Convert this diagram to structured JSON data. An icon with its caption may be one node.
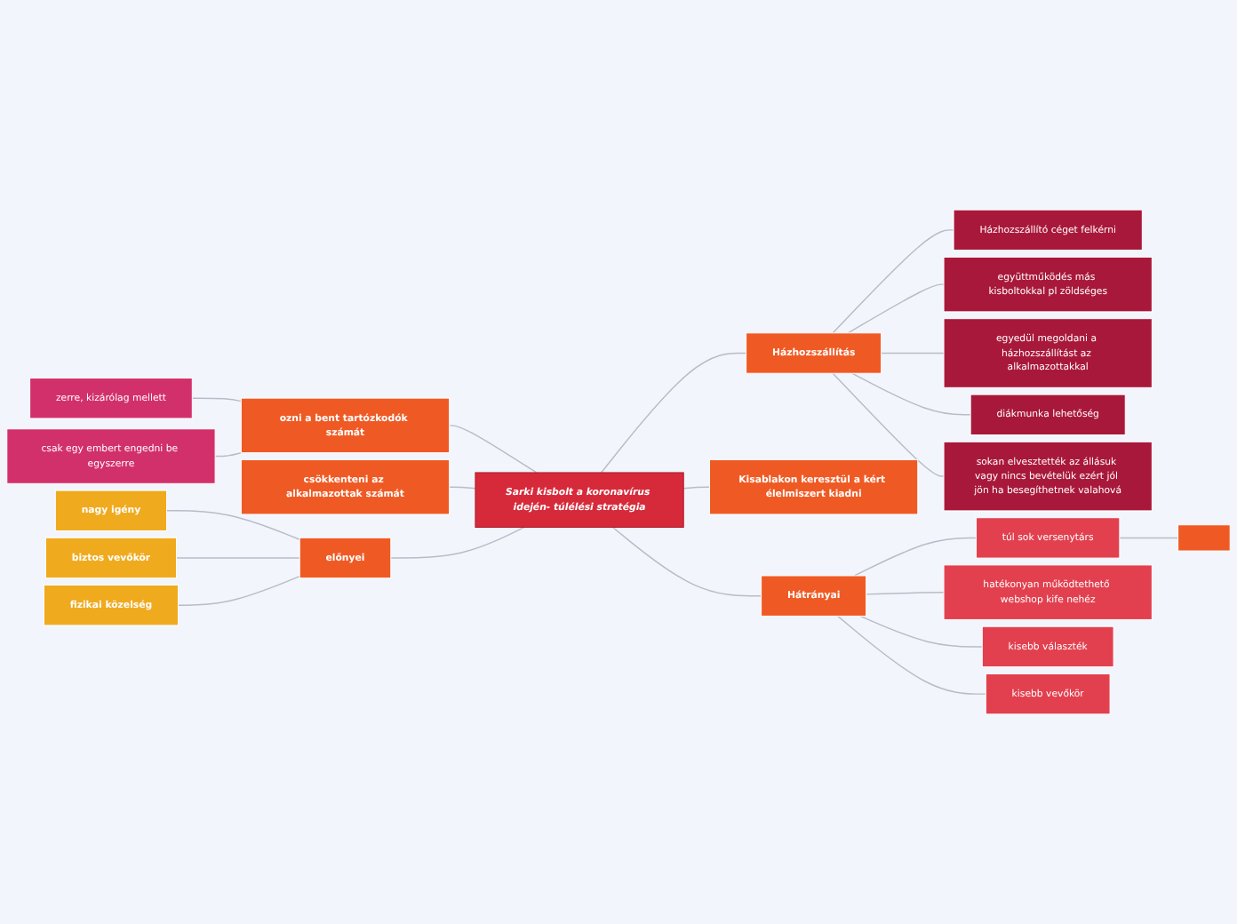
{
  "diagram": {
    "nodes": [
      {
        "text": [
          "Sarki kisbolt a koronavírus idején- túlélési stratégia"
        ]
      },
      {
        "text": [
          "Házhozszállítás"
        ]
      },
      {
        "text": [
          "Házhozszállító céget felkérni"
        ]
      },
      {
        "text": [
          "együttműködés más kisboltokkal pl zöldséges"
        ]
      },
      {
        "text": [
          "egyedül megoldani a házhozszállítást az alkalmazottakkal"
        ]
      },
      {
        "text": [
          "diákmunka lehetőség"
        ]
      },
      {
        "text": [
          "sokan elvesztették az állásuk vagy nincs bevételük ezért jól jön ha besegíthetnek valahová"
        ]
      },
      {
        "text": [
          "Kisablakon keresztül a kért élelmiszert kiadni"
        ]
      },
      {
        "text": [
          "Hátrányai"
        ]
      },
      {
        "text": [
          "túl sok versenytárs"
        ]
      },
      {
        "text": [],
        "shape": "box"
      },
      {
        "text": [
          "hatékonyan működtethető webshop kife nehéz"
        ]
      },
      {
        "text": [
          "kisebb választék"
        ]
      },
      {
        "text": [
          "kisebb vevőkör"
        ]
      },
      {
        "text": [
          "ozni a bent tartózkodók számát"
        ]
      },
      {
        "text": [
          "zerre, kizárólag mellett"
        ]
      },
      {
        "text": [
          "csak egy embert engedni be egyszerre"
        ]
      },
      {
        "text": [
          "csökkenteni az alkalmazottak számát"
        ]
      },
      {
        "text": [
          "előnyei"
        ]
      },
      {
        "text": [
          "nagy igény"
        ]
      },
      {
        "text": [
          "biztos vevőkör"
        ]
      },
      {
        "text": [
          "fizikai közelség"
        ]
      }
    ],
    "edges": [
      {
        "from": 0,
        "to": 1,
        "arrow": "none"
      },
      {
        "from": 1,
        "to": 2,
        "arrow": "none"
      },
      {
        "from": 1,
        "to": 3,
        "arrow": "none"
      },
      {
        "from": 1,
        "to": 4,
        "arrow": "none"
      },
      {
        "from": 1,
        "to": 5,
        "arrow": "none"
      },
      {
        "from": 1,
        "to": 6,
        "arrow": "none"
      },
      {
        "from": 0,
        "to": 7,
        "arrow": "none"
      },
      {
        "from": 0,
        "to": 8,
        "arrow": "none"
      },
      {
        "from": 8,
        "to": 9,
        "arrow": "none"
      },
      {
        "from": 9,
        "to": 10,
        "arrow": "none"
      },
      {
        "from": 8,
        "to": 11,
        "arrow": "none"
      },
      {
        "from": 8,
        "to": 12,
        "arrow": "none"
      },
      {
        "from": 8,
        "to": 13,
        "arrow": "none"
      },
      {
        "from": 0,
        "to": 14,
        "arrow": "none"
      },
      {
        "from": 14,
        "to": 15,
        "arrow": "none"
      },
      {
        "from": 14,
        "to": 16,
        "arrow": "none"
      },
      {
        "from": 0,
        "to": 17,
        "arrow": "none"
      },
      {
        "from": 0,
        "to": 18,
        "arrow": "none"
      },
      {
        "from": 18,
        "to": 19,
        "arrow": "none"
      },
      {
        "from": 18,
        "to": 20,
        "arrow": "none"
      },
      {
        "from": 18,
        "to": 21,
        "arrow": "none"
      }
    ]
  }
}
